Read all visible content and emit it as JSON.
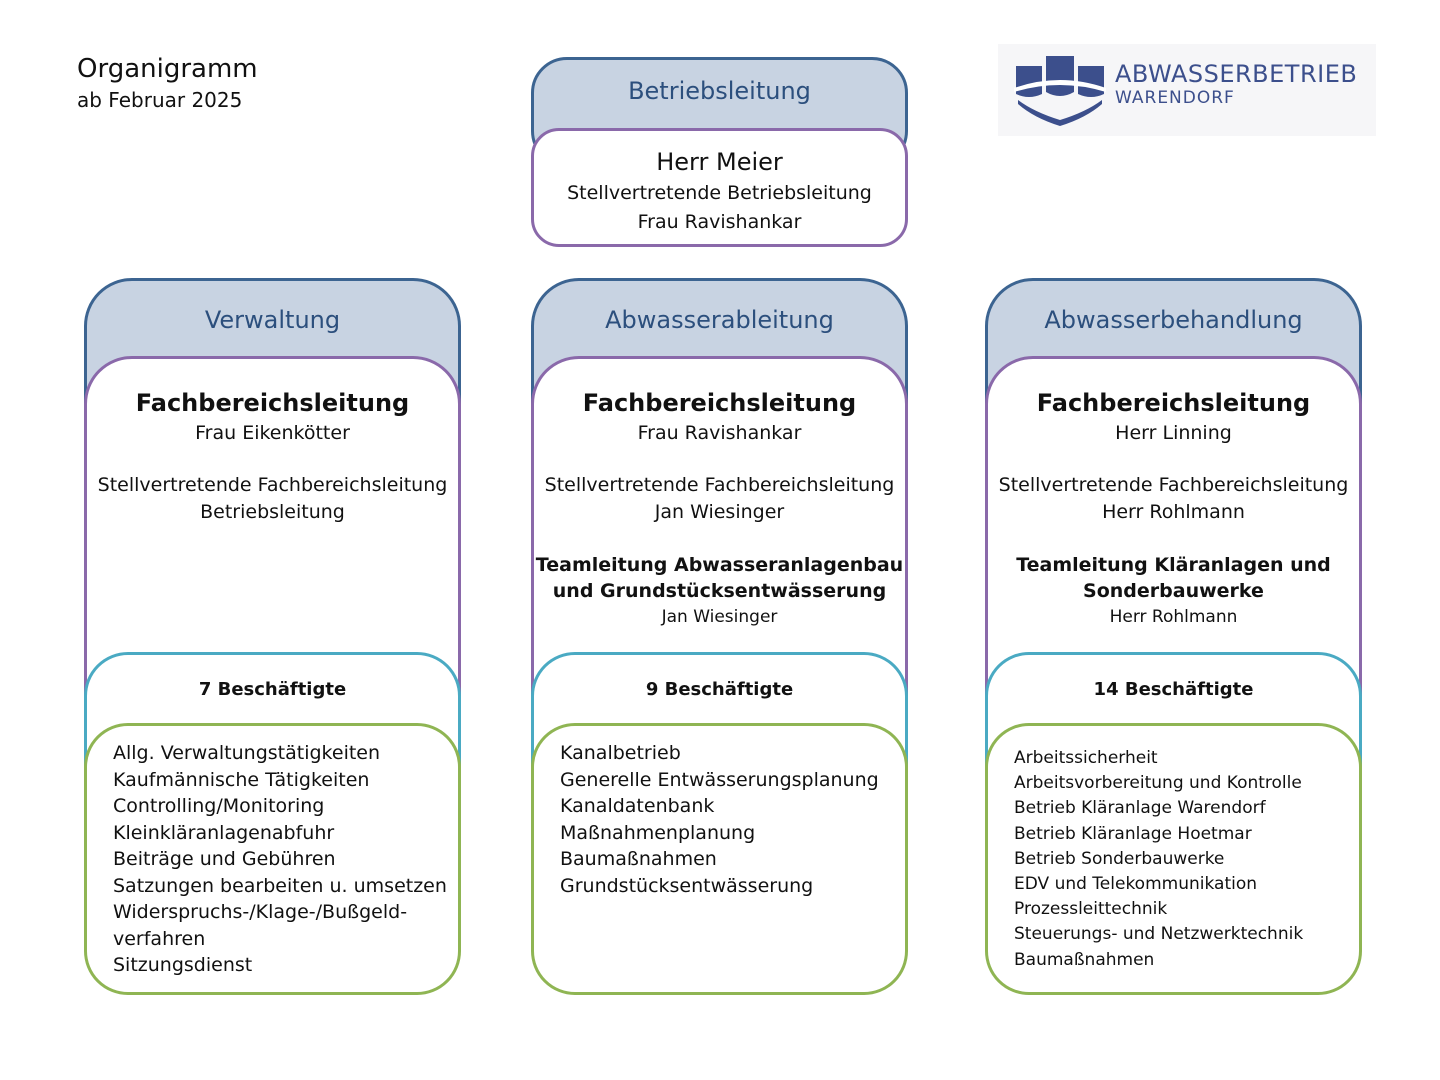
{
  "header": {
    "title": "Organigramm",
    "subtitle": "ab Februar 2025"
  },
  "logo": {
    "name": "ABWASSERBETRIEB",
    "sub": "WARENDORF",
    "icon": "shield-wave-logo",
    "color": "#3c4f8c"
  },
  "top": {
    "title": "Betriebsleitung",
    "head": "Herr Meier",
    "deputy_label": "Stellvertretende Betriebsleitung",
    "deputy": "Frau Ravishankar"
  },
  "columns": [
    {
      "title": "Verwaltung",
      "lead_label": "Fachbereichsleitung",
      "lead": "Frau Eikenkötter",
      "deputy_label": "Stellvertretende Fachbereichsleitung",
      "deputy": "Betriebsleitung",
      "employees": "7 Beschäftigte",
      "tasks": [
        "Allg. Verwaltungstätigkeiten",
        "Kaufmännische Tätigkeiten",
        "Controlling/Monitoring",
        "Kleinkläranlagenabfuhr",
        "Beiträge und Gebühren",
        "Satzungen bearbeiten u. umsetzen",
        "Widerspruchs-/Klage-/Bußgeld-",
        "verfahren",
        "Sitzungsdienst"
      ]
    },
    {
      "title": "Abwasserableitung",
      "lead_label": "Fachbereichsleitung",
      "lead": "Frau Ravishankar",
      "deputy_label": "Stellvertretende Fachbereichsleitung",
      "deputy": "Jan Wiesinger",
      "team_label_1": "Teamleitung Abwasseranlagenbau",
      "team_label_2": "und Grundstücksentwässerung",
      "team_lead": "Jan Wiesinger",
      "employees": "9 Beschäftigte",
      "tasks": [
        "Kanalbetrieb",
        "Generelle Entwässerungsplanung",
        "Kanaldatenbank",
        "Maßnahmenplanung",
        "Baumaßnahmen",
        "Grundstücksentwässerung"
      ]
    },
    {
      "title": "Abwasserbehandlung",
      "lead_label": "Fachbereichsleitung",
      "lead": "Herr Linning",
      "deputy_label": "Stellvertretende Fachbereichsleitung",
      "deputy": "Herr Rohlmann",
      "team_label_1": "Teamleitung Kläranlagen und",
      "team_label_2": "Sonderbauwerke",
      "team_lead": "Herr Rohlmann",
      "employees": "14 Beschäftigte",
      "tasks": [
        "Arbeitssicherheit",
        "Arbeitsvorbereitung und Kontrolle",
        "Betrieb Kläranlage Warendorf",
        "Betrieb Kläranlage Hoetmar",
        "Betrieb Sonderbauwerke",
        "EDV und Telekommunikation",
        "Prozessleittechnik",
        "Steuerungs- und Netzwerktechnik",
        "Baumaßnahmen"
      ]
    }
  ]
}
